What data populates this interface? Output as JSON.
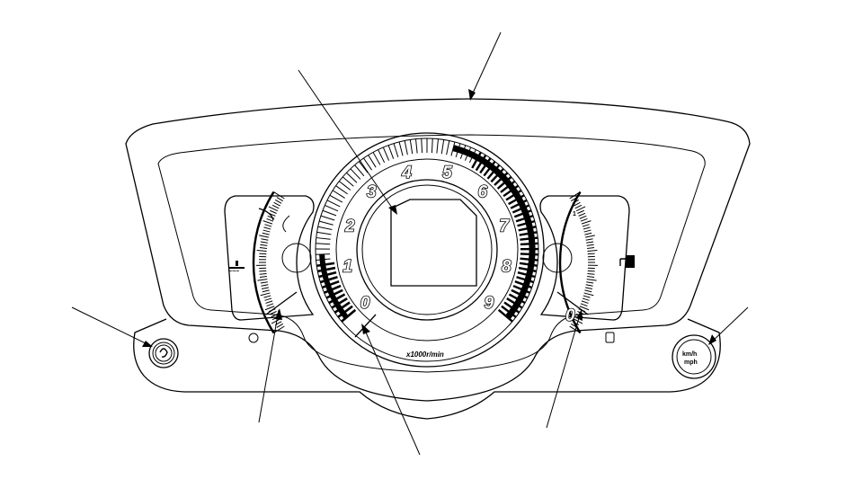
{
  "tachometer": {
    "numerals": [
      "0",
      "1",
      "2",
      "3",
      "4",
      "5",
      "6",
      "7",
      "8",
      "9"
    ],
    "unit": "x1000r/min"
  },
  "fuel_gauge": {
    "full_label": "1",
    "empty_label": "0"
  },
  "buttons": {
    "right_button_line1": "km/h",
    "right_button_line2": "mph"
  }
}
